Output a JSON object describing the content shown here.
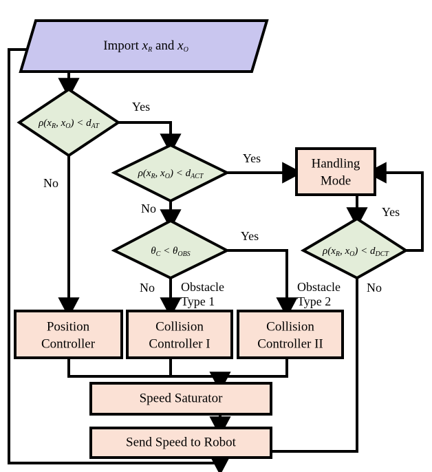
{
  "diagram": {
    "title": "Robot collision-avoidance control flowchart",
    "colors": {
      "input_fill": "#c9c6ef",
      "decision_fill": "#e3edd9",
      "process_fill": "#fbe1d5",
      "stroke": "#000000",
      "background": "#ffffff"
    },
    "nodes": {
      "import": {
        "type": "input",
        "text": "Import x_R and x_O",
        "label_main": "Import",
        "var1": "x",
        "var1_sub": "R",
        "conj": "and",
        "var2": "x",
        "var2_sub": "O"
      },
      "decision_at": {
        "type": "decision",
        "text": "ρ(x_R, x_O) < d_AT",
        "lhs": "ρ(x",
        "lhs_sub": "R",
        "mid": ", x",
        "mid_sub": "O",
        "rel": ") <  d",
        "rel_sub": "AT"
      },
      "decision_act": {
        "type": "decision",
        "text": "ρ(x_R, x_O) < d_ACT",
        "rel_sub": "ACT"
      },
      "decision_theta": {
        "type": "decision",
        "text": "θ_C < θ_OBS",
        "lhs": "θ",
        "lhs_sub": "C",
        "rel": " <  θ",
        "rel_sub": "OBS"
      },
      "decision_dct": {
        "type": "decision",
        "text": "ρ(x_R, x_O) < d_DCT",
        "rel_sub": "DCT"
      },
      "handling_mode": {
        "type": "process",
        "line1": "Handling",
        "line2": "Mode"
      },
      "position_controller": {
        "type": "process",
        "line1": "Position",
        "line2": "Controller"
      },
      "collision_controller_1": {
        "type": "process",
        "line1": "Collision",
        "line2": "Controller I"
      },
      "collision_controller_2": {
        "type": "process",
        "line1": "Collision",
        "line2": "Controller II"
      },
      "speed_saturator": {
        "type": "process",
        "line1": "Speed Saturator"
      },
      "send_speed": {
        "type": "process",
        "line1": "Send Speed to Robot"
      }
    },
    "edge_labels": {
      "at_yes": "Yes",
      "at_no": "No",
      "act_yes": "Yes",
      "act_no": "No",
      "theta_yes": "Yes",
      "theta_no": "No",
      "dct_yes": "Yes",
      "dct_no": "No",
      "obstacle_type_1_line1": "Obstacle",
      "obstacle_type_1_line2": "Type 1",
      "obstacle_type_2_line1": "Obstacle",
      "obstacle_type_2_line2": "Type 2"
    }
  }
}
